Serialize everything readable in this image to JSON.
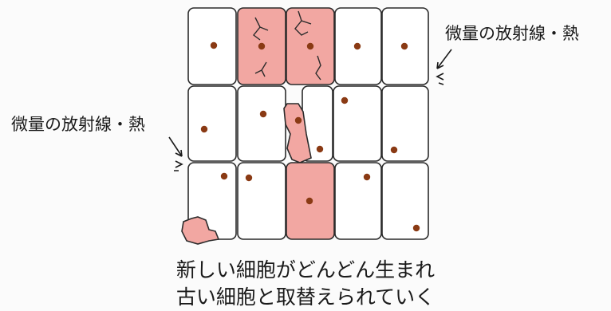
{
  "labels": {
    "radiation_heat_right": "微量の放射線・熱",
    "radiation_heat_left": "微量の放射線・熱"
  },
  "caption": {
    "line1": "新しい細胞がどんどん生まれ",
    "line2": "古い細胞と取替えられていく"
  },
  "colors": {
    "cell_fill": "#ffffff",
    "cell_border": "#2b2b2b",
    "damaged_fill": "#f2a7a2",
    "nucleus": "#8a3a14",
    "background": "#fbfbfb"
  }
}
